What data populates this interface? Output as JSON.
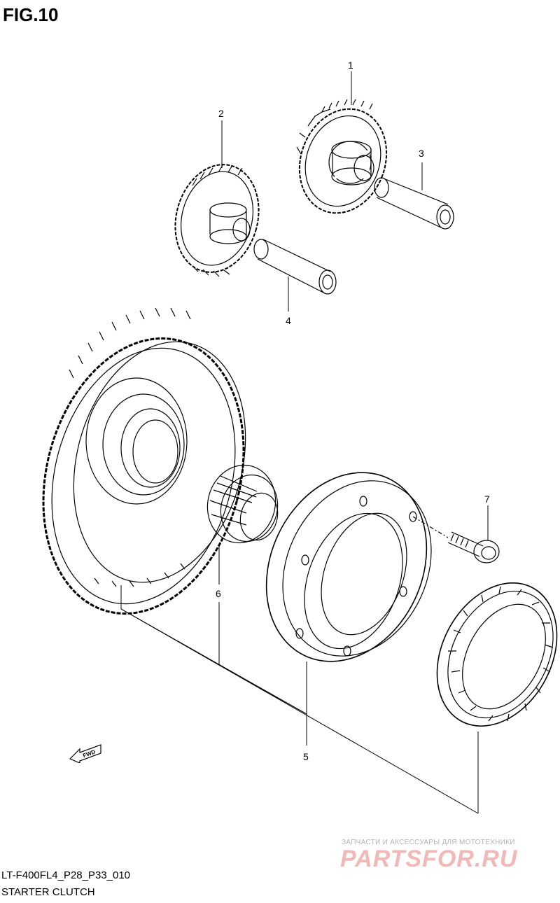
{
  "figure": {
    "title": "FIG.10"
  },
  "callouts": {
    "c1": "1",
    "c2": "2",
    "c3": "3",
    "c4": "4",
    "c5": "5",
    "c6": "6",
    "c7": "7"
  },
  "fwd_label": "FWD",
  "footer": {
    "code": "LT-F400FL4_P28_P33_010",
    "name": "STARTER CLUTCH"
  },
  "watermark": {
    "tagline": "ЗАПЧАСТИ И АКСЕССУАРЫ ДЛЯ МОТОТЕХНИКИ",
    "logo": "PARTSFOR.RU"
  }
}
